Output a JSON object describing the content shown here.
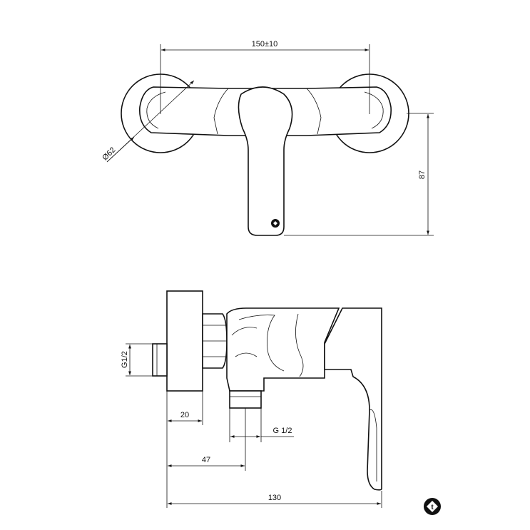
{
  "top_view": {
    "dimensions": {
      "width": "150±10",
      "diameter": "Ø62",
      "height": "87"
    }
  },
  "side_view": {
    "dimensions": {
      "inlet_thread_left": "G1/2",
      "wall_depth": "20",
      "outlet_thread": "G 1/2",
      "outlet_offset": "47",
      "total_depth": "130"
    }
  },
  "logo": {
    "icon": "brand-logo-icon"
  }
}
